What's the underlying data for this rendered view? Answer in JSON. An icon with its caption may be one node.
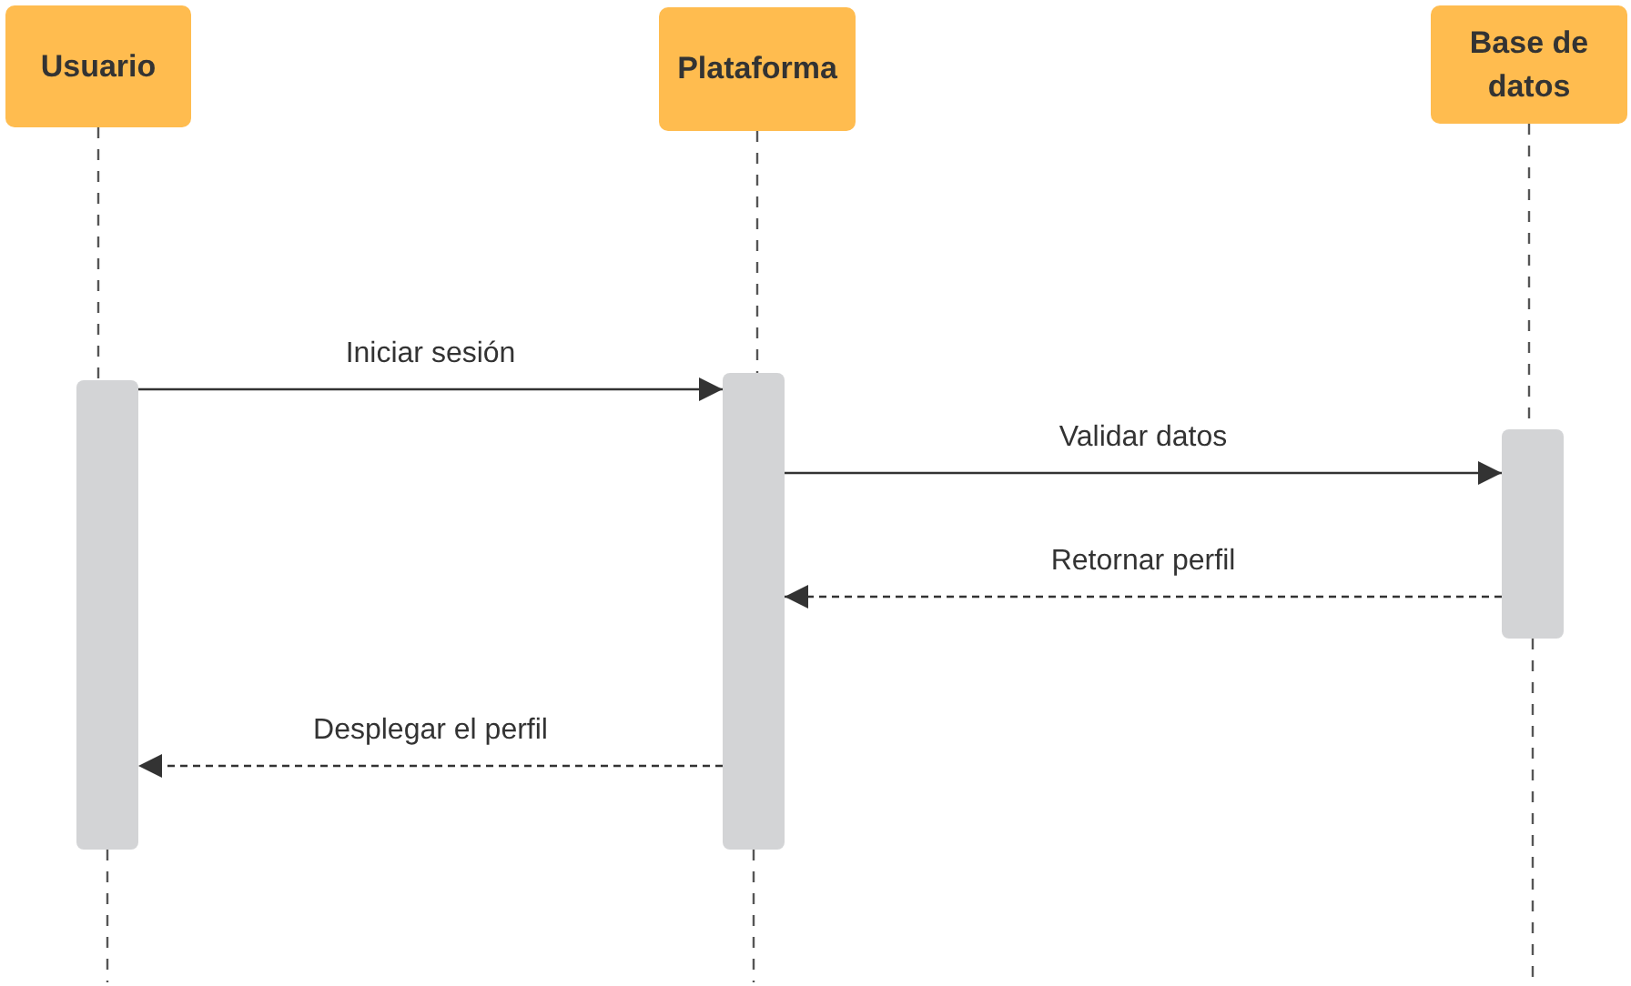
{
  "diagram": {
    "nodes": [
      {
        "text": [
          "Usuario"
        ]
      },
      {
        "text": [
          "Plataforma"
        ]
      },
      {
        "text": [
          "Base de datos"
        ]
      },
      {
        "text": [],
        "shape": "bar"
      },
      {
        "text": [],
        "shape": "bar"
      },
      {
        "text": [],
        "shape": "bar"
      }
    ],
    "edges": [
      {
        "from": 0,
        "to": 3,
        "arrow": "none",
        "style": "dashed"
      },
      {
        "from": 3,
        "to": null,
        "arrow": "none",
        "style": "dashed"
      },
      {
        "from": 1,
        "to": 4,
        "arrow": "none",
        "style": "dashed"
      },
      {
        "from": 4,
        "to": null,
        "arrow": "none",
        "style": "dashed"
      },
      {
        "from": 2,
        "to": 5,
        "arrow": "none",
        "style": "dashed"
      },
      {
        "from": 5,
        "to": null,
        "arrow": "none",
        "style": "dashed"
      },
      {
        "from": 3,
        "to": 4,
        "label": "Iniciar sesión",
        "arrow": "to"
      },
      {
        "from": 4,
        "to": 5,
        "label": "Validar datos",
        "arrow": "to"
      },
      {
        "from": 5,
        "to": 4,
        "label": "Retornar perfil",
        "arrow": "to",
        "style": "dashed"
      },
      {
        "from": 4,
        "to": 3,
        "label": "Desplegar el perfil",
        "arrow": "to",
        "style": "dashed"
      }
    ]
  }
}
